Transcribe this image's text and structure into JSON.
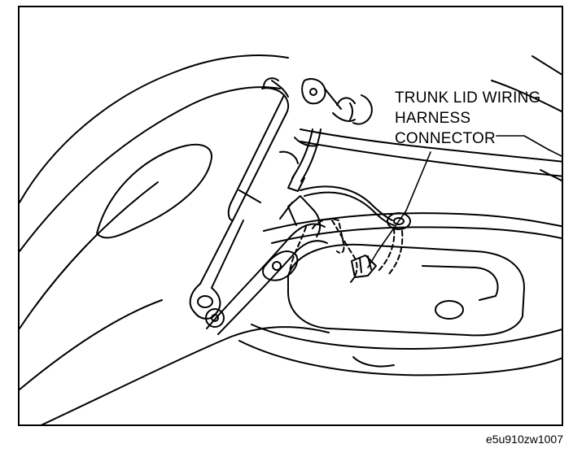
{
  "callout": {
    "lines": [
      "TRUNK LID WIRING",
      "HARNESS",
      "CONNECTOR"
    ]
  },
  "figure_id": "e5u910zw1007",
  "colors": {
    "ink": "#000000",
    "paper": "#ffffff"
  }
}
